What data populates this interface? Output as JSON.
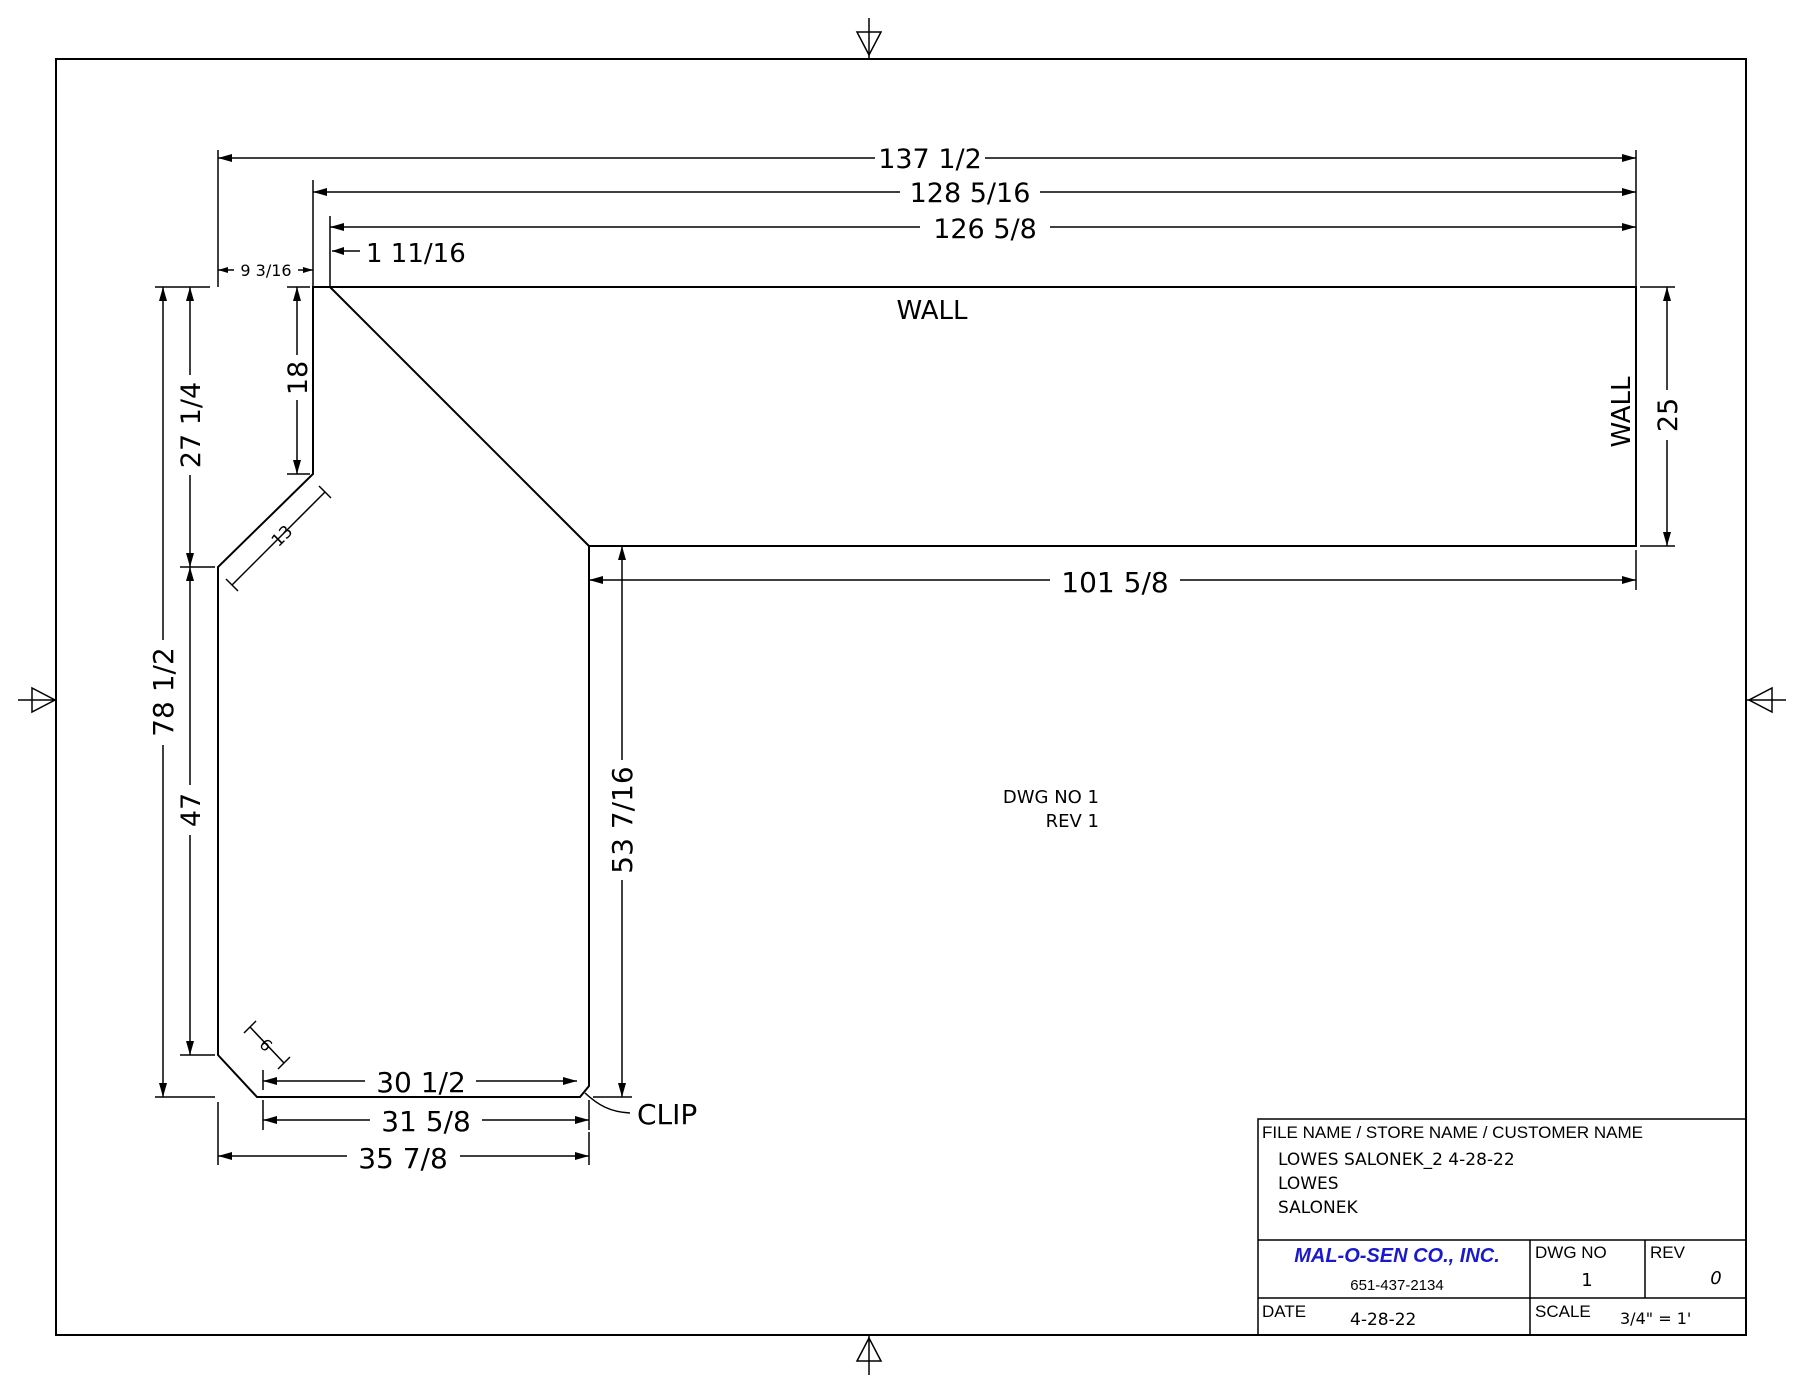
{
  "labels": {
    "wall_top": "WALL",
    "wall_right": "WALL",
    "clip": "CLIP",
    "dwg_no_note": "DWG NO 1",
    "rev_note": "REV 1"
  },
  "dimensions": {
    "d137": "137 1/2",
    "d128": "128 5/16",
    "d126": "126 5/8",
    "d1_11": "1 11/16",
    "d9_3": "9 3/16",
    "d18": "18",
    "d27": "27 1/4",
    "d78": "78 1/2",
    "d47": "47",
    "d13": "13",
    "d6": "6",
    "d30": "30 1/2",
    "d31": "31 5/8",
    "d35": "35 7/8",
    "d53": "53 7/16",
    "d101": "101 5/8",
    "d25": "25"
  },
  "title_block": {
    "header": "FILE NAME / STORE NAME / CUSTOMER NAME",
    "file_name": "LOWES SALONEK_2 4-28-22",
    "store_name": "LOWES",
    "customer_name": "SALONEK",
    "company": "MAL-O-SEN CO., INC.",
    "phone": "651-437-2134",
    "dwg_no_label": "DWG NO",
    "dwg_no_value": "1",
    "rev_label": "REV",
    "rev_value": "0",
    "date_label": "DATE",
    "date_value": "4-28-22",
    "scale_label": "SCALE",
    "scale_value": "3/4\" = 1'"
  },
  "colors": {
    "company": "#1a1acc",
    "line": "#000000"
  }
}
